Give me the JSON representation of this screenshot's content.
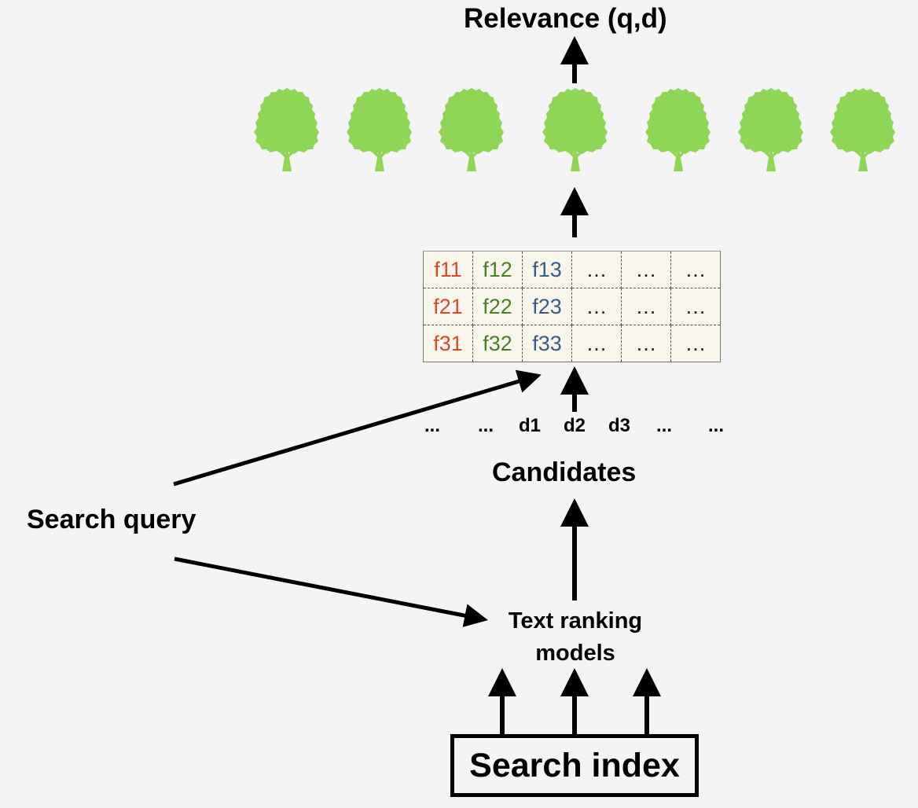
{
  "title": "Relevance (q,d)",
  "trees": {
    "count": 7,
    "color": "#8fd656",
    "icon": "tree-icon"
  },
  "feature_matrix": {
    "rows": [
      [
        "f11",
        "f12",
        "f13",
        "…",
        "…",
        "…"
      ],
      [
        "f21",
        "f22",
        "f23",
        "…",
        "…",
        "…"
      ],
      [
        "f31",
        "f32",
        "f33",
        "…",
        "…",
        "…"
      ]
    ],
    "column_colors": [
      "#d64a2e",
      "#4b7f2a",
      "#3b5a8a",
      "#222222",
      "#222222",
      "#222222"
    ],
    "background": "#f8f6ea"
  },
  "documents": [
    "...",
    "...",
    "d1",
    "d2",
    "d3",
    "...",
    "..."
  ],
  "candidates_label": "Candidates",
  "search_query_label": "Search query",
  "text_ranking_label_line1": "Text ranking",
  "text_ranking_label_line2": "models",
  "search_index_label": "Search index"
}
